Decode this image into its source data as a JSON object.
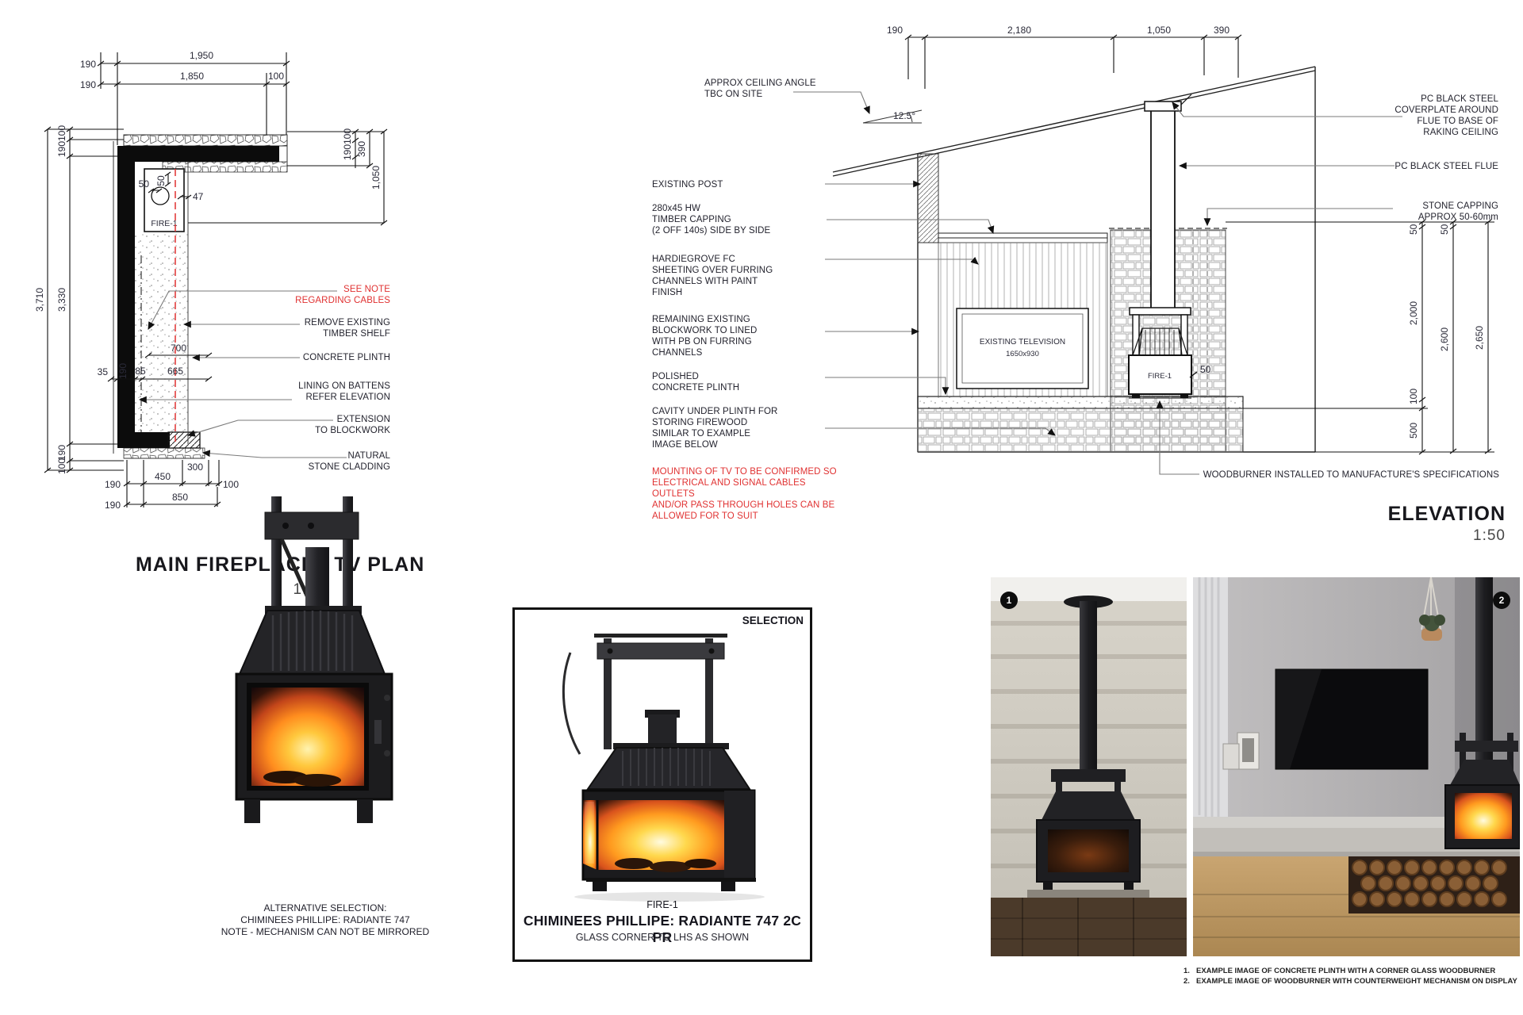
{
  "plan": {
    "title": "MAIN FIREPLACE / TV PLAN",
    "scale": "1:50",
    "fire_label": "FIRE-1",
    "dims": {
      "d190a": "190",
      "d1950": "1,950",
      "d190b": "190",
      "d1850": "1,850",
      "d100a": "100",
      "d100L1": "100",
      "d190L1": "190",
      "d3710": "3,710",
      "d3330": "3,330",
      "d190L2": "190",
      "d100L2": "100",
      "d50a": "50",
      "d50b": "50",
      "d47": "47",
      "d700": "700",
      "d35": "35",
      "d190w": "190",
      "d85": "85",
      "d665": "665",
      "d300": "300",
      "d190c": "190",
      "d450": "450",
      "d100b": "100",
      "d190d": "190",
      "d850": "850",
      "d100r": "100",
      "d190r": "190",
      "d390": "390",
      "d1050": "1,050"
    },
    "notes": {
      "cables": "SEE NOTE\nREGARDING CABLES",
      "remove": "REMOVE EXISTING\nTIMBER SHELF",
      "plinth": "CONCRETE PLINTH",
      "lining": "LINING ON BATTENS\nREFER ELEVATION",
      "extension": "EXTENSION\nTO BLOCKWORK",
      "stone": "NATURAL\nSTONE CLADDING"
    }
  },
  "elevation": {
    "title": "ELEVATION",
    "scale": "1:50",
    "angle": "12.5°",
    "fire_label": "FIRE-1",
    "tv_line1": "EXISTING TELEVISION",
    "tv_line2": "1650x930",
    "dims": {
      "t190": "190",
      "t2180": "2,180",
      "t1050": "1,050",
      "t390": "390",
      "r50a": "50",
      "r2000": "2,000",
      "r100": "100",
      "r500": "500",
      "r50b": "50",
      "r2600": "2,600",
      "r2650": "2,650",
      "f50": "50"
    },
    "left_notes": {
      "ceiling": "APPROX CEILING ANGLE\nTBC ON SITE",
      "post": "EXISTING POST",
      "capping": "280x45 HW\nTIMBER CAPPING\n(2 OFF 140s) SIDE BY SIDE",
      "hardie": "HARDIEGROVE FC\nSHEETING OVER FURRING\nCHANNELS WITH PAINT\nFINISH",
      "blockwork": "REMAINING EXISTING\nBLOCKWORK TO LINED\nWITH PB ON FURRING\nCHANNELS",
      "plinth": "POLISHED\nCONCRETE PLINTH",
      "cavity": "CAVITY UNDER PLINTH FOR\nSTORING FIREWOOD\nSIMILAR TO EXAMPLE\nIMAGE BELOW",
      "tv_note": "MOUNTING OF TV TO BE CONFIRMED SO\nELECTRICAL AND SIGNAL CABLES OUTLETS\nAND/OR PASS THROUGH HOLES CAN BE\nALLOWED FOR TO SUIT"
    },
    "right_notes": {
      "coverplate": "PC BLACK STEEL\nCOVERPLATE AROUND\nFLUE TO BASE OF\nRAKING CEILING",
      "flue": "PC BLACK STEEL FLUE",
      "capping": "STONE CAPPING\nAPPROX 50-60mm",
      "woodburner": "WOODBURNER INSTALLED TO MANUFACTURE'S SPECIFICATIONS"
    }
  },
  "products": {
    "alternative": {
      "caption": "ALTERNATIVE SELECTION:\nCHIMINEES PHILLIPE: RADIANTE 747\nNOTE - MECHANISM CAN NOT BE MIRRORED"
    },
    "selection": {
      "tag": "SELECTION",
      "code": "FIRE-1",
      "name": "CHIMINEES PHILLIPE: RADIANTE 747 2C PR",
      "note": "GLASS CORNER TO LHS AS SHOWN"
    }
  },
  "photos": {
    "badge1": "1",
    "badge2": "2",
    "caption1_num": "1.",
    "caption1": "EXAMPLE IMAGE OF CONCRETE PLINTH WITH A CORNER GLASS WOODBURNER",
    "caption2_num": "2.",
    "caption2": "EXAMPLE IMAGE OF WOODBURNER WITH COUNTERWEIGHT MECHANISM ON DISPLAY"
  },
  "colors": {
    "red": "#e03131",
    "ink": "#23232e"
  }
}
